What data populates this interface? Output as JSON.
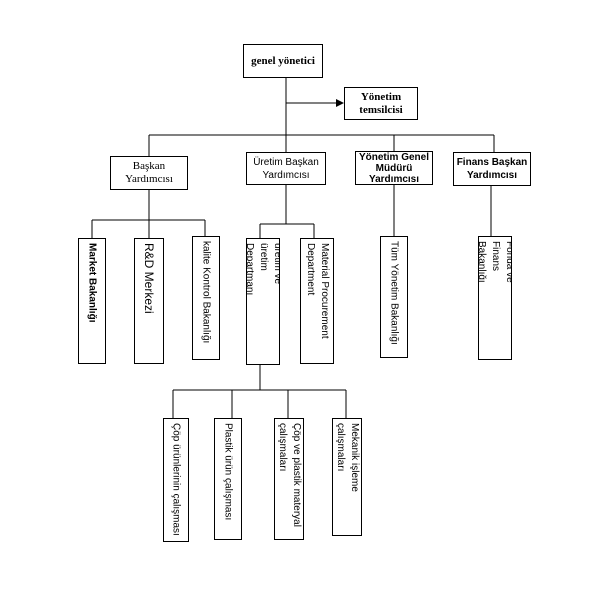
{
  "chart": {
    "root": "genel yönetici",
    "representative": "Yönetim temsilcisi",
    "level1": [
      "Başkan Yardımcısı",
      "Üretim Başkan Yardımcısı",
      "Yönetim Genel Müdürü Yardımcısı",
      "Finans Başkan Yardımcısı"
    ],
    "level2": [
      "Market Bakanlığı",
      "R&D Merkezi",
      "kalite Kontrol Bakanlığı",
      "üretim ve üretim Departmanı",
      "Material Procurement Department",
      "Tüm Yönetim Bakanlığı",
      "Fonda ve Finans Bakanlığı"
    ],
    "level3": [
      "Çöp ürünlerinin çalışması",
      "Plastik ürün çalışması",
      "Çöp ve plastik materyal çalışmaları",
      "Mekanik işleme çalışmaları"
    ]
  }
}
